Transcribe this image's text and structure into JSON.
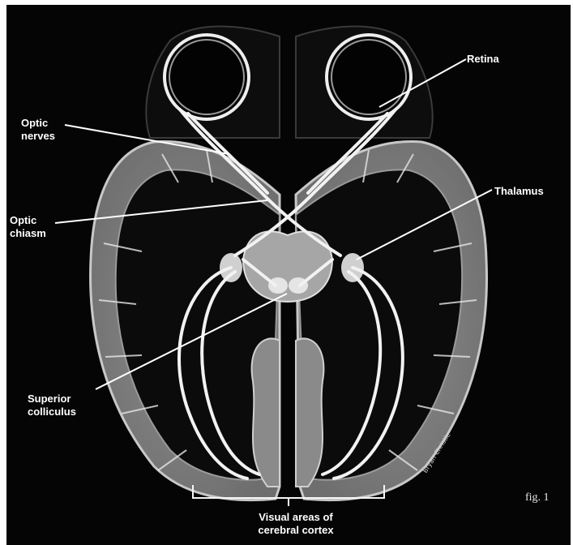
{
  "labels": {
    "retina": "Retina",
    "optic_nerves": "Optic\nnerves",
    "optic_chiasm": "Optic\nchiasm",
    "thalamus": "Thalamus",
    "superior_colliculus": "Superior\ncolliculus",
    "visual_areas": "Visual areas of\ncerebral cortex"
  },
  "figure_label": "fig. 1",
  "artist_signature": "Bryan Christie"
}
